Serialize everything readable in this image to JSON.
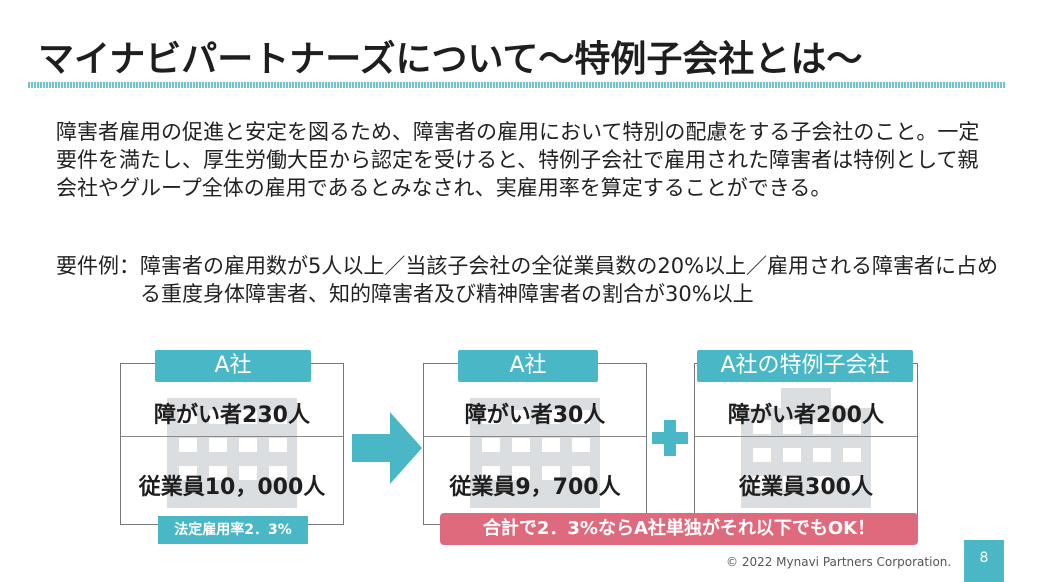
{
  "title": "マイナビパートナーズについて～特例子会社とは～",
  "description": "障害者雇用の促進と安定を図るため、障害者の雇用において特別の配慮をする子会社のこと。一定要件を満たし、厚生労働大臣から認定を受けると、特例子会社で雇用された障害者は特例として親会社やグループ全体の雇用であるとみなされ、実雇用率を算定することができる。",
  "requirements": {
    "label": "要件例：",
    "text": "障害者の雇用数が5人以上／当該子会社の全従業員数の20%以上／雇用される障害者に占める重度身体障害者、知的障害者及び精神障害者の割合が30%以上"
  },
  "diagram": {
    "box1": {
      "tag": "A社",
      "disabled": "障がい者230人",
      "employees": "従業員10，000人",
      "rate": "法定雇用率2．3%"
    },
    "box2": {
      "tag": "A社",
      "disabled": "障がい者30人",
      "employees": "従業員9，700人"
    },
    "box3": {
      "tag": "A社の特例子会社",
      "disabled": "障がい者200人",
      "employees": "従業員300人"
    },
    "summary": "合計で2．3%ならA社単独がそれ以下でもOK！"
  },
  "footer": {
    "copyright": "© 2022 Mynavi Partners Corporation.",
    "page": "8"
  },
  "colors": {
    "accent": "#4ab7c6",
    "banner": "#e06a7d"
  }
}
